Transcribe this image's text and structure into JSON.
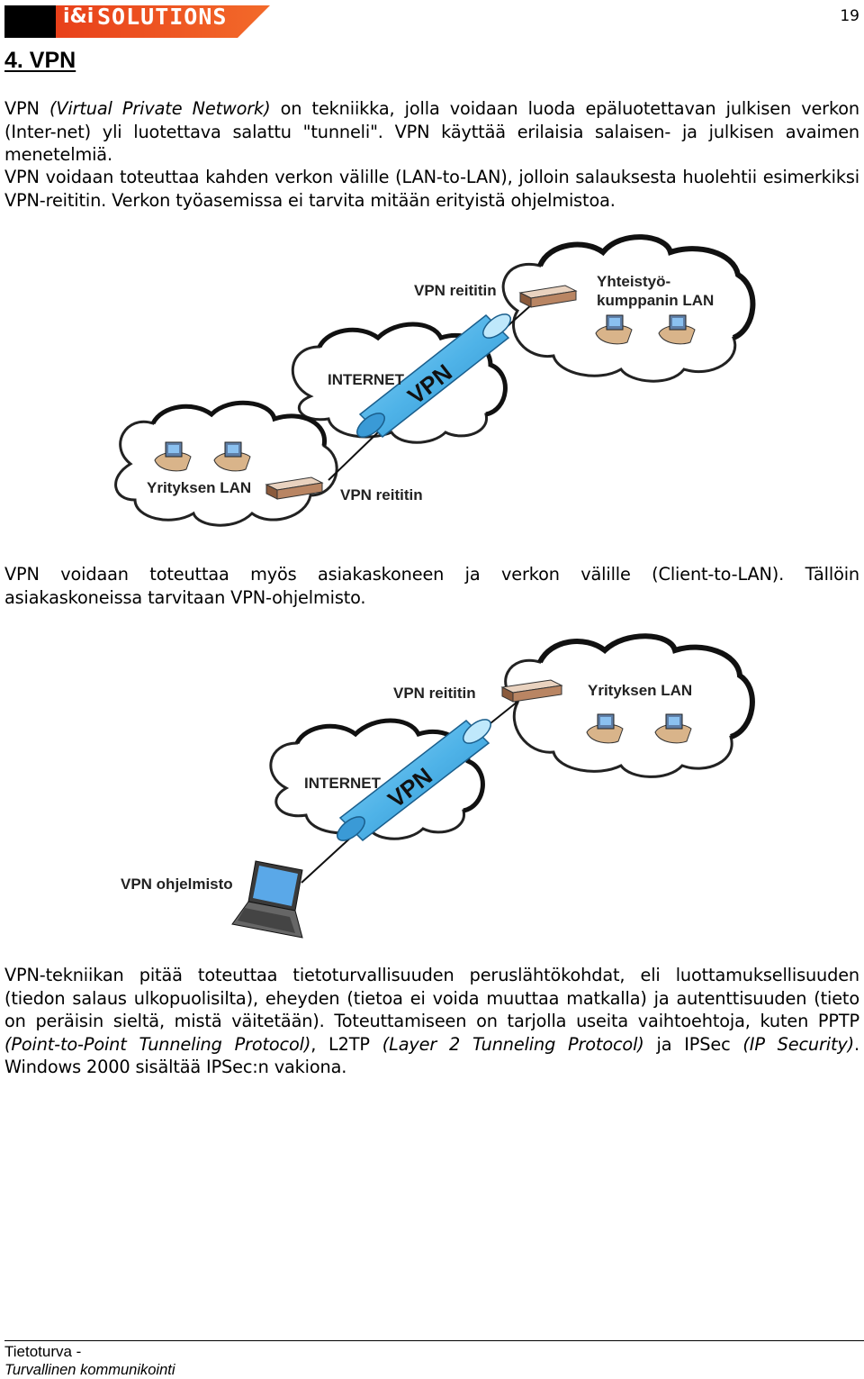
{
  "header": {
    "logo_prefix": "i&i",
    "logo_text": "SOLUTIONS",
    "page_number": "19",
    "heading": "4. VPN"
  },
  "paragraphs": {
    "p1": [
      {
        "text": "VPN ",
        "italic": false
      },
      {
        "text": "(Virtual Private Network)",
        "italic": true
      },
      {
        "text": " on tekniikka, jolla voidaan luoda epäluotettavan julkisen verkon (Inter-net) yli luotettava salattu \"tunneli\". VPN käyttää erilaisia salaisen- ja julkisen avaimen menetelmiä.",
        "italic": false
      }
    ],
    "p2": [
      {
        "text": "VPN voidaan toteuttaa kahden verkon välille (LAN-to-LAN), jolloin salauksesta huolehtii esimerkiksi VPN-reititin. Verkon työasemissa ei tarvita mitään erityistä ohjelmistoa.",
        "italic": false
      }
    ],
    "p3": [
      {
        "text": "VPN voidaan toteuttaa myös asiakaskoneen ja verkon välille (Client-to-LAN). Tällöin asiakaskoneissa tarvitaan VPN-ohjelmisto.",
        "italic": false
      }
    ],
    "p4": [
      {
        "text": "VPN-tekniikan pitää toteuttaa tietoturvallisuuden peruslähtökohdat, eli luottamuksellisuuden (tiedon salaus ulkopuolisilta), eheyden (tietoa ei voida muuttaa matkalla) ja autenttisuuden (tieto on peräisin sieltä, mistä väitetään). Toteuttamiseen on tarjolla useita vaihtoehtoja, kuten PPTP ",
        "italic": false
      },
      {
        "text": "(Point-to-Point Tunneling Protocol)",
        "italic": true
      },
      {
        "text": ", L2TP ",
        "italic": false
      },
      {
        "text": "(Layer 2 Tunneling Protocol)",
        "italic": true
      },
      {
        "text": " ja IPSec ",
        "italic": false
      },
      {
        "text": "(IP Security)",
        "italic": true
      },
      {
        "text": ". Windows 2000 sisältää IPSec:n vakiona.",
        "italic": false
      }
    ]
  },
  "diagram1": {
    "router_top_label": "VPN reititin",
    "partner_lan_label_line1": "Yhteistyö-",
    "partner_lan_label_line2": "kumppanin LAN",
    "internet_label": "INTERNET",
    "tunnel_label": "VPN",
    "company_lan_label": "Yrityksen LAN",
    "router_bottom_label": "VPN reititin"
  },
  "diagram2": {
    "router_label": "VPN reititin",
    "company_lan_label": "Yrityksen LAN",
    "internet_label": "INTERNET",
    "tunnel_label": "VPN",
    "client_label": "VPN ohjelmisto"
  },
  "footer": {
    "line1": "Tietoturva -",
    "line2": "Turvallinen kommunikointi"
  },
  "colors": {
    "logo_orange": "#f04a1a",
    "tunnel_blue": "#4fb3e8"
  }
}
